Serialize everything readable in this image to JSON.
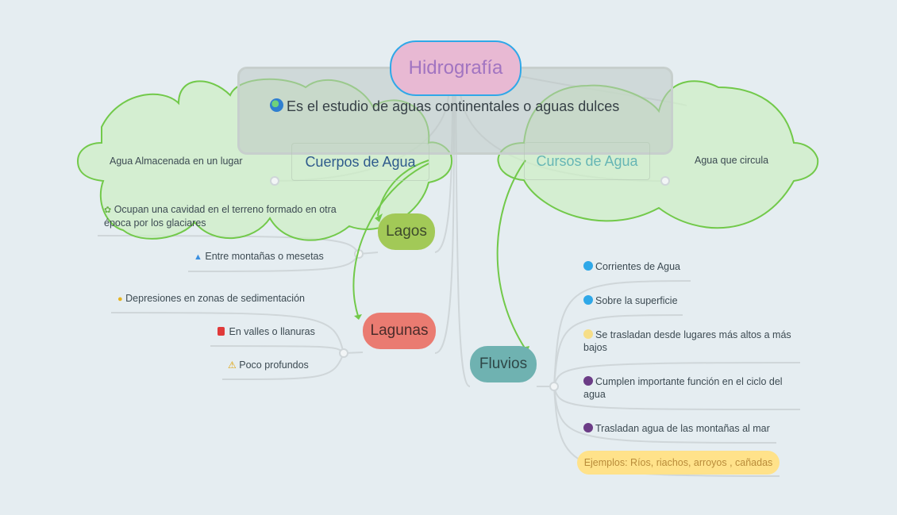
{
  "central": {
    "title": "Hidrografía"
  },
  "summary": {
    "icon": "globe-icon",
    "text": "Es el estudio de aguas continentales o aguas dulces"
  },
  "boundaries": {
    "left": {
      "label": "Cuerpos de Agua",
      "note": "Agua Almacenada en un lugar"
    },
    "right": {
      "label": "Cursos de Agua",
      "note": "Agua que circula"
    }
  },
  "lagos": {
    "label": "Lagos",
    "items": [
      {
        "icon": "seedling-icon",
        "text": "Ocupan una cavidad en el  terreno formado en otra época por los glaciares"
      },
      {
        "icon": "mountain-cap-icon",
        "text": "Entre montañas o mesetas"
      }
    ]
  },
  "lagunas": {
    "label": "Lagunas",
    "items": [
      {
        "icon": "lightbulb-icon",
        "text": "Depresiones en zonas de sedimentación"
      },
      {
        "icon": "red-marker-icon",
        "text": "En valles o llanuras"
      },
      {
        "icon": "warning-icon",
        "text": "Poco profundos"
      }
    ]
  },
  "fluvios": {
    "label": "Fluvios",
    "items": [
      {
        "icon": "blue-dot-icon",
        "color": "#2fa8e8",
        "text": "Corrientes de Agua"
      },
      {
        "icon": "blue-dot-icon",
        "color": "#2fa8e8",
        "text": "Sobre la superficie"
      },
      {
        "icon": "yellow-dot-icon",
        "color": "#f6de88",
        "text": "Se trasladan desde lugares más altos a más bajos"
      },
      {
        "icon": "purple-dot-icon",
        "color": "#6b3c86",
        "text": "Cumplen importante función en el ciclo del agua"
      },
      {
        "icon": "purple-dot-icon",
        "color": "#6b3c86",
        "text": "Trasladan agua de las montañas al mar"
      }
    ],
    "example": "Ejemplos: Ríos, riachos, arroyos , cañadas"
  }
}
